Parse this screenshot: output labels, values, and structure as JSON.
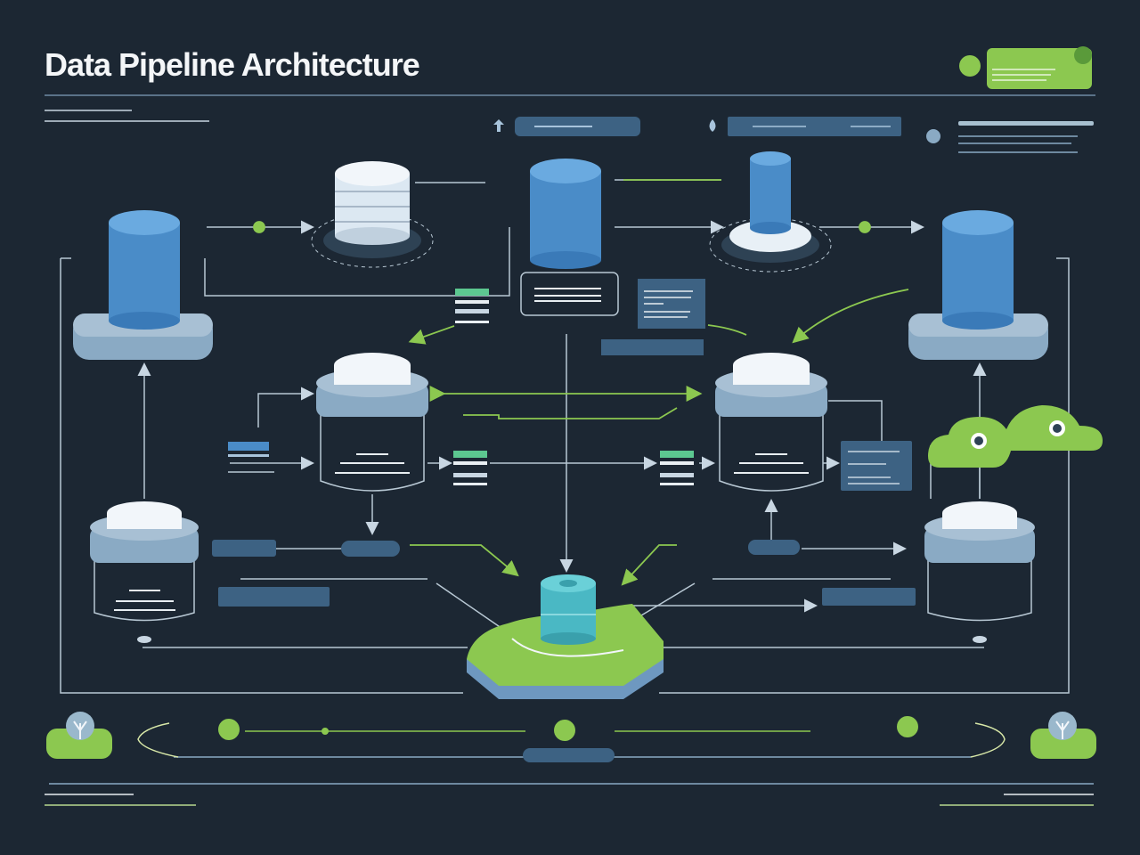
{
  "header": {
    "title": "Data Pipeline Architecture"
  },
  "colors": {
    "background": "#1c2733",
    "accent_green": "#8cc850",
    "db_blue": "#4a8cc8",
    "db_steel": "#8aaac4",
    "db_teal": "#4ab8c4",
    "line": "#b8c8d4",
    "panel": "#3d6283"
  },
  "nodes": [
    {
      "id": "source-db-left",
      "kind": "database",
      "icon": "database-icon"
    },
    {
      "id": "ingest-db-top-left",
      "kind": "database",
      "icon": "database-stack-icon"
    },
    {
      "id": "storage-db-top-center",
      "kind": "database",
      "icon": "database-icon"
    },
    {
      "id": "storage-db-top-right",
      "kind": "database",
      "icon": "database-icon"
    },
    {
      "id": "source-db-right",
      "kind": "database",
      "icon": "database-icon"
    },
    {
      "id": "process-db-mid-left",
      "kind": "database",
      "icon": "database-icon"
    },
    {
      "id": "process-db-mid-right",
      "kind": "database",
      "icon": "database-icon"
    },
    {
      "id": "db-lower-left",
      "kind": "database",
      "icon": "database-icon"
    },
    {
      "id": "db-lower-right",
      "kind": "database",
      "icon": "database-icon"
    },
    {
      "id": "central-warehouse",
      "kind": "database",
      "icon": "database-icon"
    },
    {
      "id": "cloud-service",
      "kind": "cloud",
      "icon": "cloud-icon"
    }
  ],
  "footer": {
    "icons": [
      "cloud-upload-icon-left",
      "cloud-upload-icon-right"
    ]
  }
}
